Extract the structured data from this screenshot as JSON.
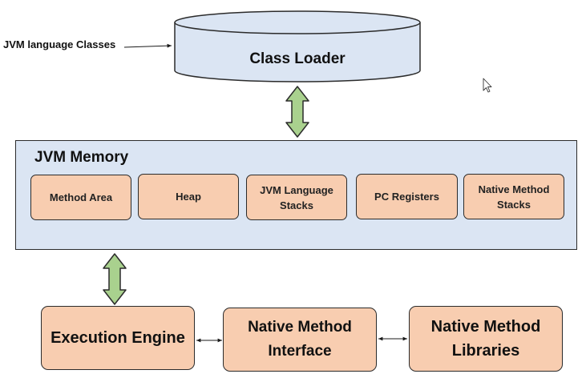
{
  "input": {
    "label": "JVM language Classes"
  },
  "class_loader": {
    "label": "Class Loader"
  },
  "jvm_memory": {
    "title": "JVM Memory",
    "areas": [
      {
        "line1": "Method Area",
        "line2": ""
      },
      {
        "line1": "Heap",
        "line2": ""
      },
      {
        "line1": "JVM Language",
        "line2": "Stacks"
      },
      {
        "line1": "PC Registers",
        "line2": ""
      },
      {
        "line1": "Native Method",
        "line2": "Stacks"
      }
    ]
  },
  "execution_engine": {
    "label": "Execution Engine"
  },
  "native_interface": {
    "line1": "Native Method",
    "line2": "Interface"
  },
  "native_libraries": {
    "line1": "Native Method",
    "line2": "Libraries"
  },
  "colors": {
    "cylinder_fill": "#dbe5f3",
    "memory_fill": "#dbe5f3",
    "box_fill": "#f8cdb0",
    "arrow_fill": "#a9d18e",
    "outline": "#2b2b2b"
  }
}
